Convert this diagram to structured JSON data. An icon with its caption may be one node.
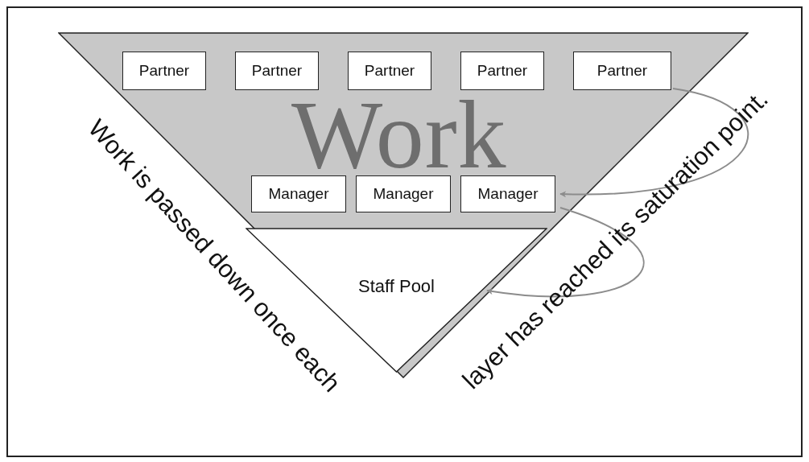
{
  "diagram": {
    "nodes": [
      {
        "text": [
          "Work"
        ]
      },
      {
        "text": [
          "Partner"
        ],
        "in": 0
      },
      {
        "text": [
          "Partner"
        ],
        "in": 0
      },
      {
        "text": [
          "Partner"
        ],
        "in": 0
      },
      {
        "text": [
          "Partner"
        ],
        "in": 0
      },
      {
        "text": [
          "Partner"
        ],
        "in": 0
      },
      {
        "text": [
          "Manager"
        ],
        "in": 0
      },
      {
        "text": [
          "Manager"
        ],
        "in": 0
      },
      {
        "text": [
          "Manager"
        ],
        "in": 0
      },
      {
        "text": [
          "Staff Pool"
        ],
        "in": 0
      }
    ],
    "edges": [
      {
        "from": 5,
        "to": 8,
        "arrow": "to"
      },
      {
        "from": 8,
        "to": 9,
        "arrow": "to"
      }
    ],
    "labels": [
      "Work is passed down once each",
      "layer has reached its saturation point."
    ]
  }
}
